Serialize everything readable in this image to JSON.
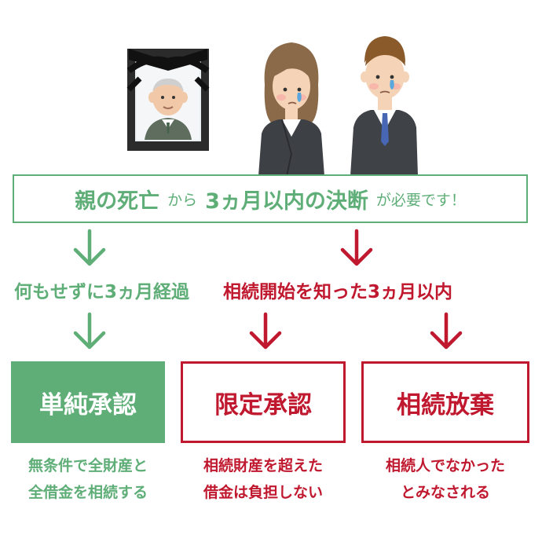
{
  "banner": {
    "part1": "親の死亡",
    "part2": "から",
    "part3": "3ヵ月以内の決断",
    "part4": "が必要です！"
  },
  "branch_left": {
    "label": "何もせずに3ヵ月経過"
  },
  "branch_right": {
    "label": "相続開始を知った3ヵ月以内"
  },
  "options": [
    {
      "title": "単純承認",
      "desc_line1": "無条件で全財産と",
      "desc_line2": "全借金を相続する"
    },
    {
      "title": "限定承認",
      "desc_line1": "相続財産を超えた",
      "desc_line2": "借金は負担しない"
    },
    {
      "title": "相続放棄",
      "desc_line1": "相続人でなかった",
      "desc_line2": "とみなされる"
    }
  ],
  "colors": {
    "green": "#5fae78",
    "red": "#c0182e"
  },
  "icons": [
    "memorial-portrait-icon",
    "grieving-woman-icon",
    "grieving-man-icon",
    "down-arrow-icon"
  ]
}
